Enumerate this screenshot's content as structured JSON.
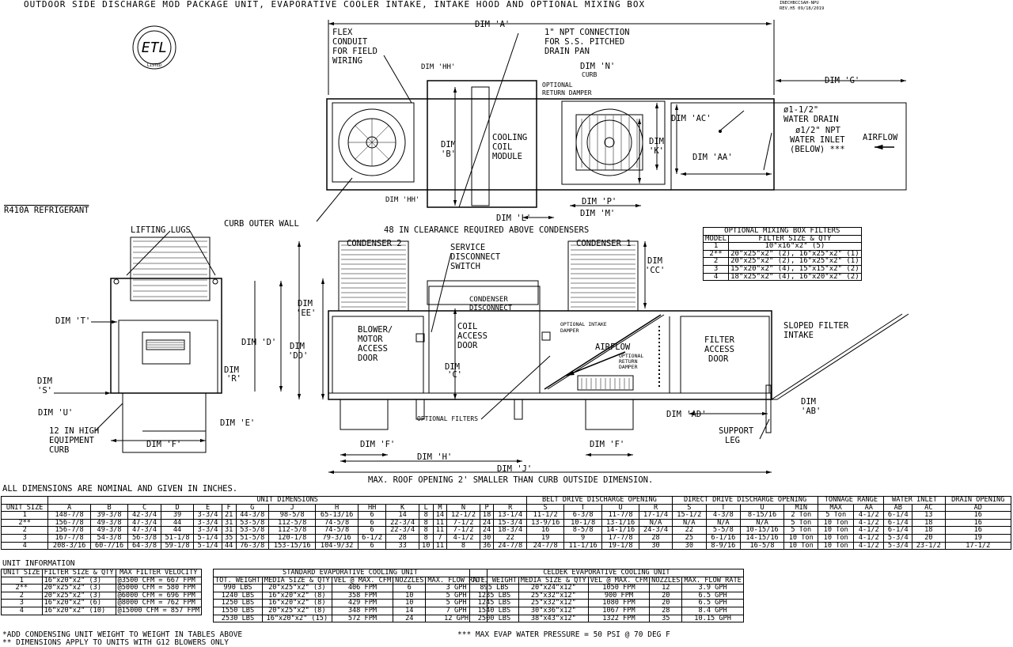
{
  "title": "OUTDOOR SIDE DISCHARGE MOD PACKAGE UNIT, EVAPORATIVE COOLER INTAKE, INTAKE HOOD AND OPTIONAL MIXING BOX",
  "drawing_no": "INECHBCCSAH-NPU",
  "revision": "REV.H5  09/18/2019",
  "refrigerant": "R410A REFRIGERANT",
  "seal_text": "ETL LISTED",
  "plan_labels": {
    "dim_a": "DIM 'A'",
    "flex_conduit": [
      "FLEX",
      "CONDUIT",
      "FOR FIELD",
      "WIRING"
    ],
    "npt": [
      "1\" NPT CONNECTION",
      "FOR S.S. PITCHED",
      "DRAIN PAN"
    ],
    "dim_hh_top": "DIM 'HH'",
    "dim_n": "DIM 'N'",
    "curb": "CURB",
    "opt_return": [
      "OPTIONAL",
      "RETURN DAMPER"
    ],
    "dim_g": "DIM 'G'",
    "dim_ac": "DIM 'AC'",
    "drain": [
      "ø1-1/2\"",
      "WATER DRAIN"
    ],
    "inlet": [
      "ø1/2\" NPT",
      "WATER INLET",
      "(BELOW) ***"
    ],
    "airflow": "AIRFLOW",
    "dim_aa": "DIM 'AA'",
    "dim_b": [
      "DIM",
      "'B'"
    ],
    "cooling": [
      "COOLING",
      "COIL",
      "MODULE"
    ],
    "dim_k": [
      "DIM",
      "'K'"
    ],
    "dim_hh_bot": "DIM 'HH'",
    "dim_p": "DIM 'P'",
    "dim_l": "DIM 'L'",
    "dim_m": "DIM 'M'",
    "curb_outer": "CURB OUTER WALL",
    "clearance": "48 IN CLEARANCE REQUIRED ABOVE CONDENSERS"
  },
  "end_labels": {
    "lifting": "LIFTING LUGS",
    "dim_t": "DIM 'T'",
    "dim_d": "DIM 'D'",
    "dim_r": [
      "DIM",
      "'R'"
    ],
    "dim_s": [
      "DIM",
      "'S'"
    ],
    "dim_u": "DIM 'U'",
    "dim_e": "DIM 'E'",
    "equip_curb": [
      "12 IN HIGH",
      "EQUIPMENT",
      "CURB"
    ],
    "dim_f": "DIM 'F'"
  },
  "side_labels": {
    "cond2": "CONDENSER 2",
    "cond1": "CONDENSER 1",
    "service": [
      "SERVICE",
      "DISCONNECT",
      "SWITCH"
    ],
    "dim_cc": [
      "DIM",
      "'CC'"
    ],
    "dim_ee": [
      "DIM",
      "'EE'"
    ],
    "dim_dd": [
      "DIM",
      "'DD'"
    ],
    "blower": [
      "BLOWER/",
      "MOTOR",
      "ACCESS",
      "DOOR"
    ],
    "coil": [
      "COIL",
      "ACCESS",
      "DOOR"
    ],
    "cond_disc": [
      "CONDENSER",
      "DISCONNECT"
    ],
    "opt_intake": [
      "OPTIONAL INTAKE",
      "DAMPER"
    ],
    "airflow": "AIRFLOW",
    "opt_return": [
      "OPTIONAL",
      "RETURN",
      "DAMPER"
    ],
    "filter": [
      "FILTER",
      "ACCESS",
      "DOOR"
    ],
    "sloped": [
      "SLOPED FILTER",
      "INTAKE"
    ],
    "dim_c": [
      "DIM",
      "'C'"
    ],
    "opt_filters": "OPTIONAL FILTERS",
    "dim_ad": "DIM 'AD'",
    "dim_ab": [
      "DIM",
      "'AB'"
    ],
    "support": [
      "SUPPORT",
      "LEG"
    ],
    "dim_f1": "DIM 'F'",
    "dim_f2": "DIM 'F'",
    "dim_h": "DIM 'H'",
    "dim_j": "DIM 'J'",
    "max_roof": "MAX. ROOF OPENING 2' SMALLER THAN CURB OUTSIDE DIMENSION."
  },
  "mixing_box": {
    "title": "OPTIONAL MIXING BOX FILTERS",
    "headers": [
      "MODEL",
      "FILTER SIZE & QTY"
    ],
    "rows": [
      [
        "1",
        "10\"x16\"x2\" (5)"
      ],
      [
        "2**",
        "20\"x25\"x2\" (2), 16\"x25\"x2\" (1)"
      ],
      [
        "2",
        "20\"x25\"x2\" (2), 16\"x25\"x2\" (1)"
      ],
      [
        "3",
        "15\"x20\"x2\" (4), 15\"x15\"x2\" (2)"
      ],
      [
        "4",
        "18\"x25\"x2\" (4), 16\"x20\"x2\" (2)"
      ]
    ]
  },
  "dims_note": "ALL DIMENSIONS ARE NOMINAL AND GIVEN IN INCHES.",
  "dims_table": {
    "groups": [
      [
        "",
        1
      ],
      [
        "UNIT DIMENSIONS",
        16
      ],
      [
        "BELT DRIVE DISCHARGE OPENING",
        4
      ],
      [
        "DIRECT DRIVE DISCHARGE OPENING",
        4
      ],
      [
        "TONNAGE RANGE",
        2
      ],
      [
        "WATER INLET",
        2
      ],
      [
        "DRAIN OPENING",
        2
      ]
    ],
    "columns": [
      "UNIT SIZE",
      "A",
      "B",
      "C",
      "D",
      "E",
      "F",
      "G",
      "J",
      "H",
      "HH",
      "K",
      "L",
      "M",
      "N",
      "P",
      "R",
      "S",
      "T",
      "U",
      "R",
      "S",
      "T",
      "U",
      "MIN",
      "MAX",
      "AA",
      "AB",
      "AC",
      "AD"
    ],
    "rows": [
      [
        "1",
        "148-7/8",
        "39-3/8",
        "42-3/4",
        "39",
        "3-3/4",
        "21",
        "44-3/8",
        "98-5/8",
        "65-13/16",
        "6",
        "14",
        "8",
        "14",
        "12-1/2",
        "18",
        "13-1/4",
        "11-1/2",
        "6-3/8",
        "11-7/8",
        "17-1/4",
        "15-1/2",
        "4-3/8",
        "8-15/16",
        "2 Ton",
        "5 Ton",
        "4-1/2",
        "6-1/4",
        "13",
        "16"
      ],
      [
        "2**",
        "156-7/8",
        "49-3/8",
        "47-3/4",
        "44",
        "3-3/4",
        "31",
        "53-5/8",
        "112-5/8",
        "74-5/8",
        "6",
        "22-3/4",
        "8",
        "11",
        "7-1/2",
        "24",
        "15-3/4",
        "13-9/16",
        "10-1/8",
        "13-1/16",
        "N/A",
        "N/A",
        "N/A",
        "N/A",
        "5 Ton",
        "10 Ton",
        "4-1/2",
        "6-1/4",
        "18",
        "16"
      ],
      [
        "2",
        "156-7/8",
        "49-3/8",
        "47-3/4",
        "44",
        "3-3/4",
        "31",
        "53-5/8",
        "112-5/8",
        "74-5/8",
        "6",
        "22-3/4",
        "8",
        "11",
        "7-1/2",
        "24",
        "18-3/4",
        "16",
        "8-5/8",
        "14-1/16",
        "24-3/4",
        "22",
        "5-5/8",
        "10-15/16",
        "5 Ton",
        "10 Ton",
        "4-1/2",
        "6-1/4",
        "18",
        "16"
      ],
      [
        "3",
        "167-7/8",
        "54-3/8",
        "56-3/8",
        "51-1/8",
        "5-1/4",
        "35",
        "51-5/8",
        "120-1/8",
        "79-3/16",
        "6-1/2",
        "28",
        "8",
        "7",
        "4-1/2",
        "30",
        "22",
        "19",
        "9",
        "17-7/8",
        "28",
        "25",
        "6-1/16",
        "14-15/16",
        "10 Ton",
        "10 Ton",
        "4-1/2",
        "5-3/4",
        "20",
        "19"
      ],
      [
        "4",
        "208-3/16",
        "60-7/16",
        "64-3/8",
        "59-1/8",
        "5-1/4",
        "44",
        "76-3/8",
        "153-15/16",
        "104-9/32",
        "6",
        "33",
        "10",
        "11",
        "8",
        "36",
        "24-7/8",
        "24-7/8",
        "11-1/16",
        "19-1/8",
        "30",
        "30",
        "8-9/16",
        "16-5/8",
        "10 Ton",
        "10 Ton",
        "4-1/2",
        "5-3/4",
        "23-1/2",
        "17-1/2"
      ]
    ]
  },
  "unit_info": {
    "heading": "UNIT INFORMATION",
    "headers": [
      "UNIT SIZE",
      "FILTER SIZE & QTY",
      "MAX FILTER VELOCITY"
    ],
    "rows": [
      [
        "1",
        "16\"x20\"x2\" (3)",
        "@3500 CFM = 667 FPM"
      ],
      [
        "2**",
        "20\"x25\"x2\" (3)",
        "@5000 CFM = 580 FPM"
      ],
      [
        "2",
        "20\"x25\"x2\" (3)",
        "@6000 CFM = 696 FPM"
      ],
      [
        "3",
        "16\"x20\"x2\" (6)",
        "@8000 CFM = 762 FPM"
      ],
      [
        "4",
        "16\"x20\"x2\" (10)",
        "@15000 CFM = 857 FPM"
      ]
    ]
  },
  "std_evap": {
    "title": "STANDARD EVAPORATIVE COOLING UNIT",
    "headers": [
      "TOT. WEIGHT",
      "MEDIA SIZE & QTY",
      "VEL @ MAX. CFM",
      "NOZZLES",
      "MAX. FLOW RATE"
    ],
    "rows": [
      [
        "990 LBS",
        "20\"x25\"x2\" (3)",
        "406 FPM",
        "6",
        "3 GPH"
      ],
      [
        "1240 LBS",
        "16\"x20\"x2\" (8)",
        "358 FPM",
        "10",
        "5 GPH"
      ],
      [
        "1250 LBS",
        "16\"x20\"x2\" (8)",
        "429 FPM",
        "10",
        "5 GPH"
      ],
      [
        "1550 LBS",
        "20\"x25\"x2\" (8)",
        "348 FPM",
        "14",
        "7 GPH"
      ],
      [
        "2530 LBS",
        "16\"x20\"x2\" (15)",
        "572 FPM",
        "24",
        "12 GPH"
      ]
    ]
  },
  "celdek": {
    "title": "CELDEK EVAPORATIVE COOLING UNIT",
    "headers": [
      "TOT. WEIGHT",
      "MEDIA SIZE & QTY",
      "VEL @ MAX. CFM",
      "NOZZLES",
      "MAX. FLOW RATE"
    ],
    "rows": [
      [
        "895 LBS",
        "20\"x24\"x12\"",
        "1050 FPM",
        "12",
        "3.9 GPH"
      ],
      [
        "1235 LBS",
        "25\"x32\"x12\"",
        "900 FPM",
        "20",
        "6.5 GPH"
      ],
      [
        "1245 LBS",
        "25\"x32\"x12\"",
        "1080 FPM",
        "20",
        "6.5 GPH"
      ],
      [
        "1540 LBS",
        "30\"x36\"x12\"",
        "1067 FPM",
        "28",
        "8.4 GPH"
      ],
      [
        "2500 LBS",
        "38\"x43\"x12\"",
        "1322 FPM",
        "35",
        "10.15 GPH"
      ]
    ]
  },
  "footnotes": {
    "add": "*ADD CONDENSING UNIT WEIGHT TO WEIGHT IN TABLES ABOVE",
    "g12": "** DIMENSIONS APPLY TO UNITS WITH G12 BLOWERS ONLY",
    "evap": "*** MAX EVAP WATER PRESSURE = 50 PSI @ 70 DEG F"
  }
}
